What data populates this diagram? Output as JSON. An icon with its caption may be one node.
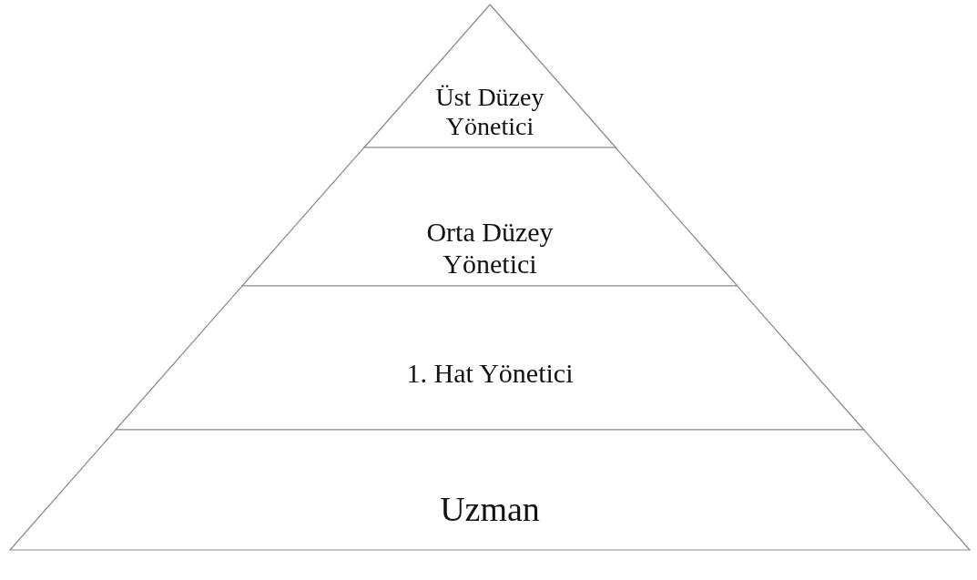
{
  "diagram": {
    "nodes": [
      {
        "text": [
          "Üst Düzey Yönetici"
        ]
      },
      {
        "text": [
          "Orta Düzey Yönetici"
        ]
      },
      {
        "text": [
          "1. Hat Yönetici"
        ]
      },
      {
        "text": [
          "Uzman"
        ]
      }
    ]
  }
}
